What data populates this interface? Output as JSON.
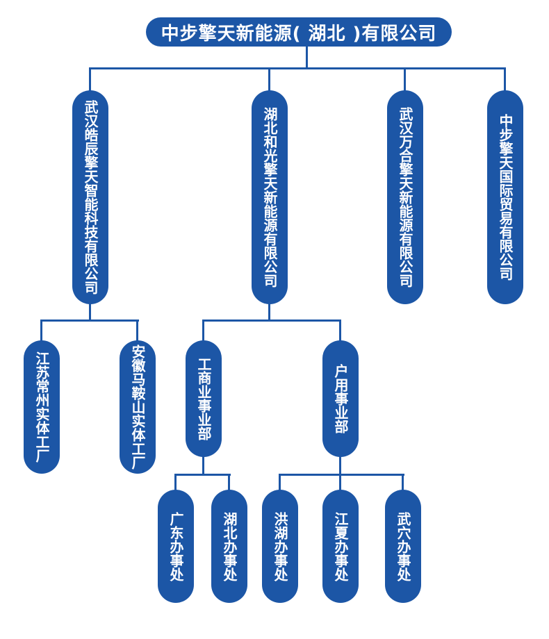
{
  "colors": {
    "primary": "#1C56A6",
    "on_primary": "#FFFFFF",
    "background": "#FFFFFF"
  },
  "org": {
    "root": {
      "label": "中步擎天新能源( 湖北 )有限公司"
    },
    "subsidiaries": [
      {
        "label": "武汉皓辰擎天智能科技有限公司",
        "parent": "中步擎天新能源( 湖北 )有限公司"
      },
      {
        "label": "湖北和光擎天新能源有限公司",
        "parent": "中步擎天新能源( 湖北 )有限公司"
      },
      {
        "label": "武汉万合擎天新能源有限公司",
        "parent": "中步擎天新能源( 湖北 )有限公司"
      },
      {
        "label": "中步擎天国际贸易有限公司",
        "parent": "中步擎天新能源( 湖北 )有限公司"
      }
    ],
    "factories": [
      {
        "label": "江苏常州实体工厂",
        "parent": "武汉皓辰擎天智能科技有限公司"
      },
      {
        "label": "安徽马鞍山实体工厂",
        "parent": "武汉皓辰擎天智能科技有限公司"
      }
    ],
    "divisions": [
      {
        "label": "工商业事业部",
        "parent": "湖北和光擎天新能源有限公司"
      },
      {
        "label": "户用事业部",
        "parent": "湖北和光擎天新能源有限公司"
      }
    ],
    "offices": [
      {
        "label": "广东办事处",
        "parent": "工商业事业部"
      },
      {
        "label": "湖北办事处",
        "parent": "工商业事业部"
      },
      {
        "label": "洪湖办事处",
        "parent": "户用事业部"
      },
      {
        "label": "江夏办事处",
        "parent": "户用事业部"
      },
      {
        "label": "武穴办事处",
        "parent": "户用事业部"
      }
    ]
  }
}
